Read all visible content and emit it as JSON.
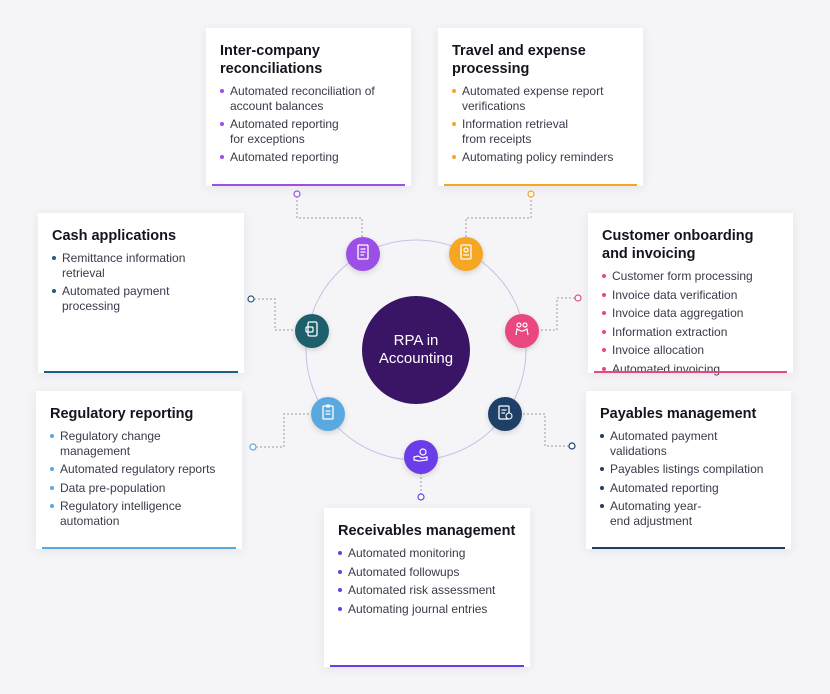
{
  "center": {
    "line1": "RPA in",
    "line2": "Accounting"
  },
  "cards": {
    "intercompany": {
      "title": "Inter-company reconciliations",
      "accent": "#9b4fe6",
      "items": [
        "Automated reconciliation of account balances",
        "Automated reporting\nfor exceptions",
        "Automated reporting"
      ]
    },
    "travel": {
      "title": "Travel and expense processing",
      "accent": "#f5a623",
      "items": [
        "Automated expense report verifications",
        "Information retrieval\nfrom receipts",
        "Automating policy reminders"
      ]
    },
    "cash": {
      "title": "Cash applications",
      "accent": "#1f5c86",
      "items": [
        "Remittance information retrieval",
        "Automated payment processing"
      ]
    },
    "customer": {
      "title": "Customer onboarding and invoicing",
      "accent": "#e8487f",
      "items": [
        "Customer form processing",
        "Invoice data verification",
        "Invoice data aggregation",
        "Information extraction",
        "Invoice allocation",
        "Automated invoicing"
      ]
    },
    "regulatory": {
      "title": "Regulatory reporting",
      "accent": "#5aa8e0",
      "items": [
        " Regulatory change\n management",
        "Automated regulatory reports",
        "Data pre-population",
        "Regulatory intelligence automation"
      ]
    },
    "payables": {
      "title": "Payables management",
      "accent": "#1e3f66",
      "items": [
        "Automated payment validations",
        "Payables listings compilation",
        "Automated reporting",
        "Automating year-\nend adjustment"
      ]
    },
    "receivables": {
      "title": "Receivables management",
      "accent": "#6a3de8",
      "items": [
        "Automated monitoring",
        "Automated followups",
        "Automated risk assessment",
        "Automating journal entries"
      ]
    }
  },
  "nodes": {
    "intercompany": {
      "color": "#9b4fe6",
      "icon": "document-checklist-icon"
    },
    "travel": {
      "color": "#f5a623",
      "icon": "receipt-id-icon"
    },
    "cash": {
      "color": "#1d5f6b",
      "icon": "payment-card-icon"
    },
    "customer": {
      "color": "#e8487f",
      "icon": "people-handshake-icon"
    },
    "regulatory": {
      "color": "#5aa8e0",
      "icon": "clipboard-list-icon"
    },
    "payables": {
      "color": "#1e3f66",
      "icon": "invoice-dollar-icon"
    },
    "receivables": {
      "color": "#6a3de8",
      "icon": "hand-coins-icon"
    }
  }
}
